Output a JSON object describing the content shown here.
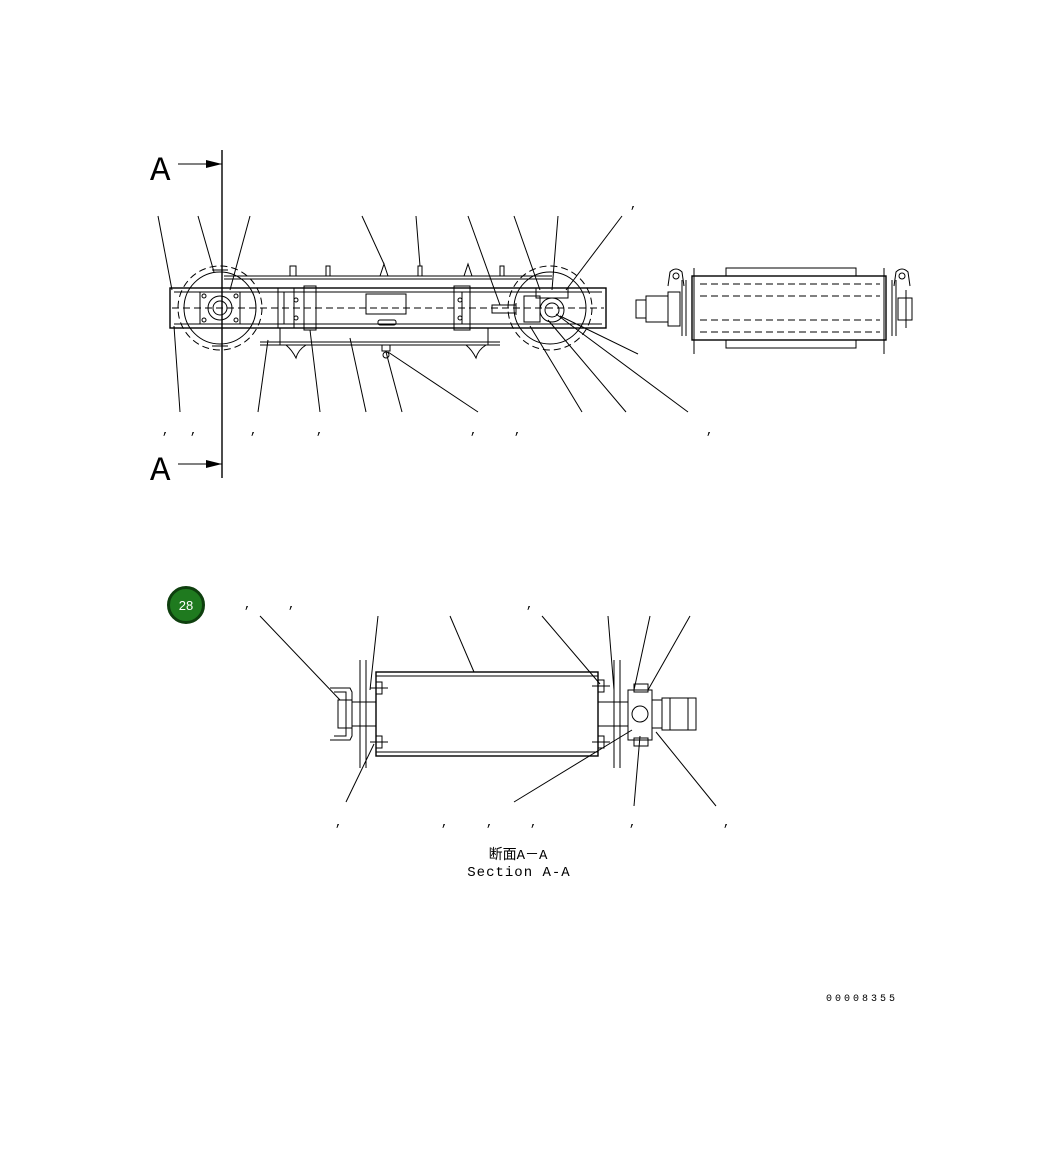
{
  "section_marker_top": "A",
  "section_marker_bottom": "A",
  "badge_label": "28",
  "section_title_jp": "断面A－A",
  "section_title_en": "Section A-A",
  "document_number": "00008355",
  "callout_separator": ","
}
